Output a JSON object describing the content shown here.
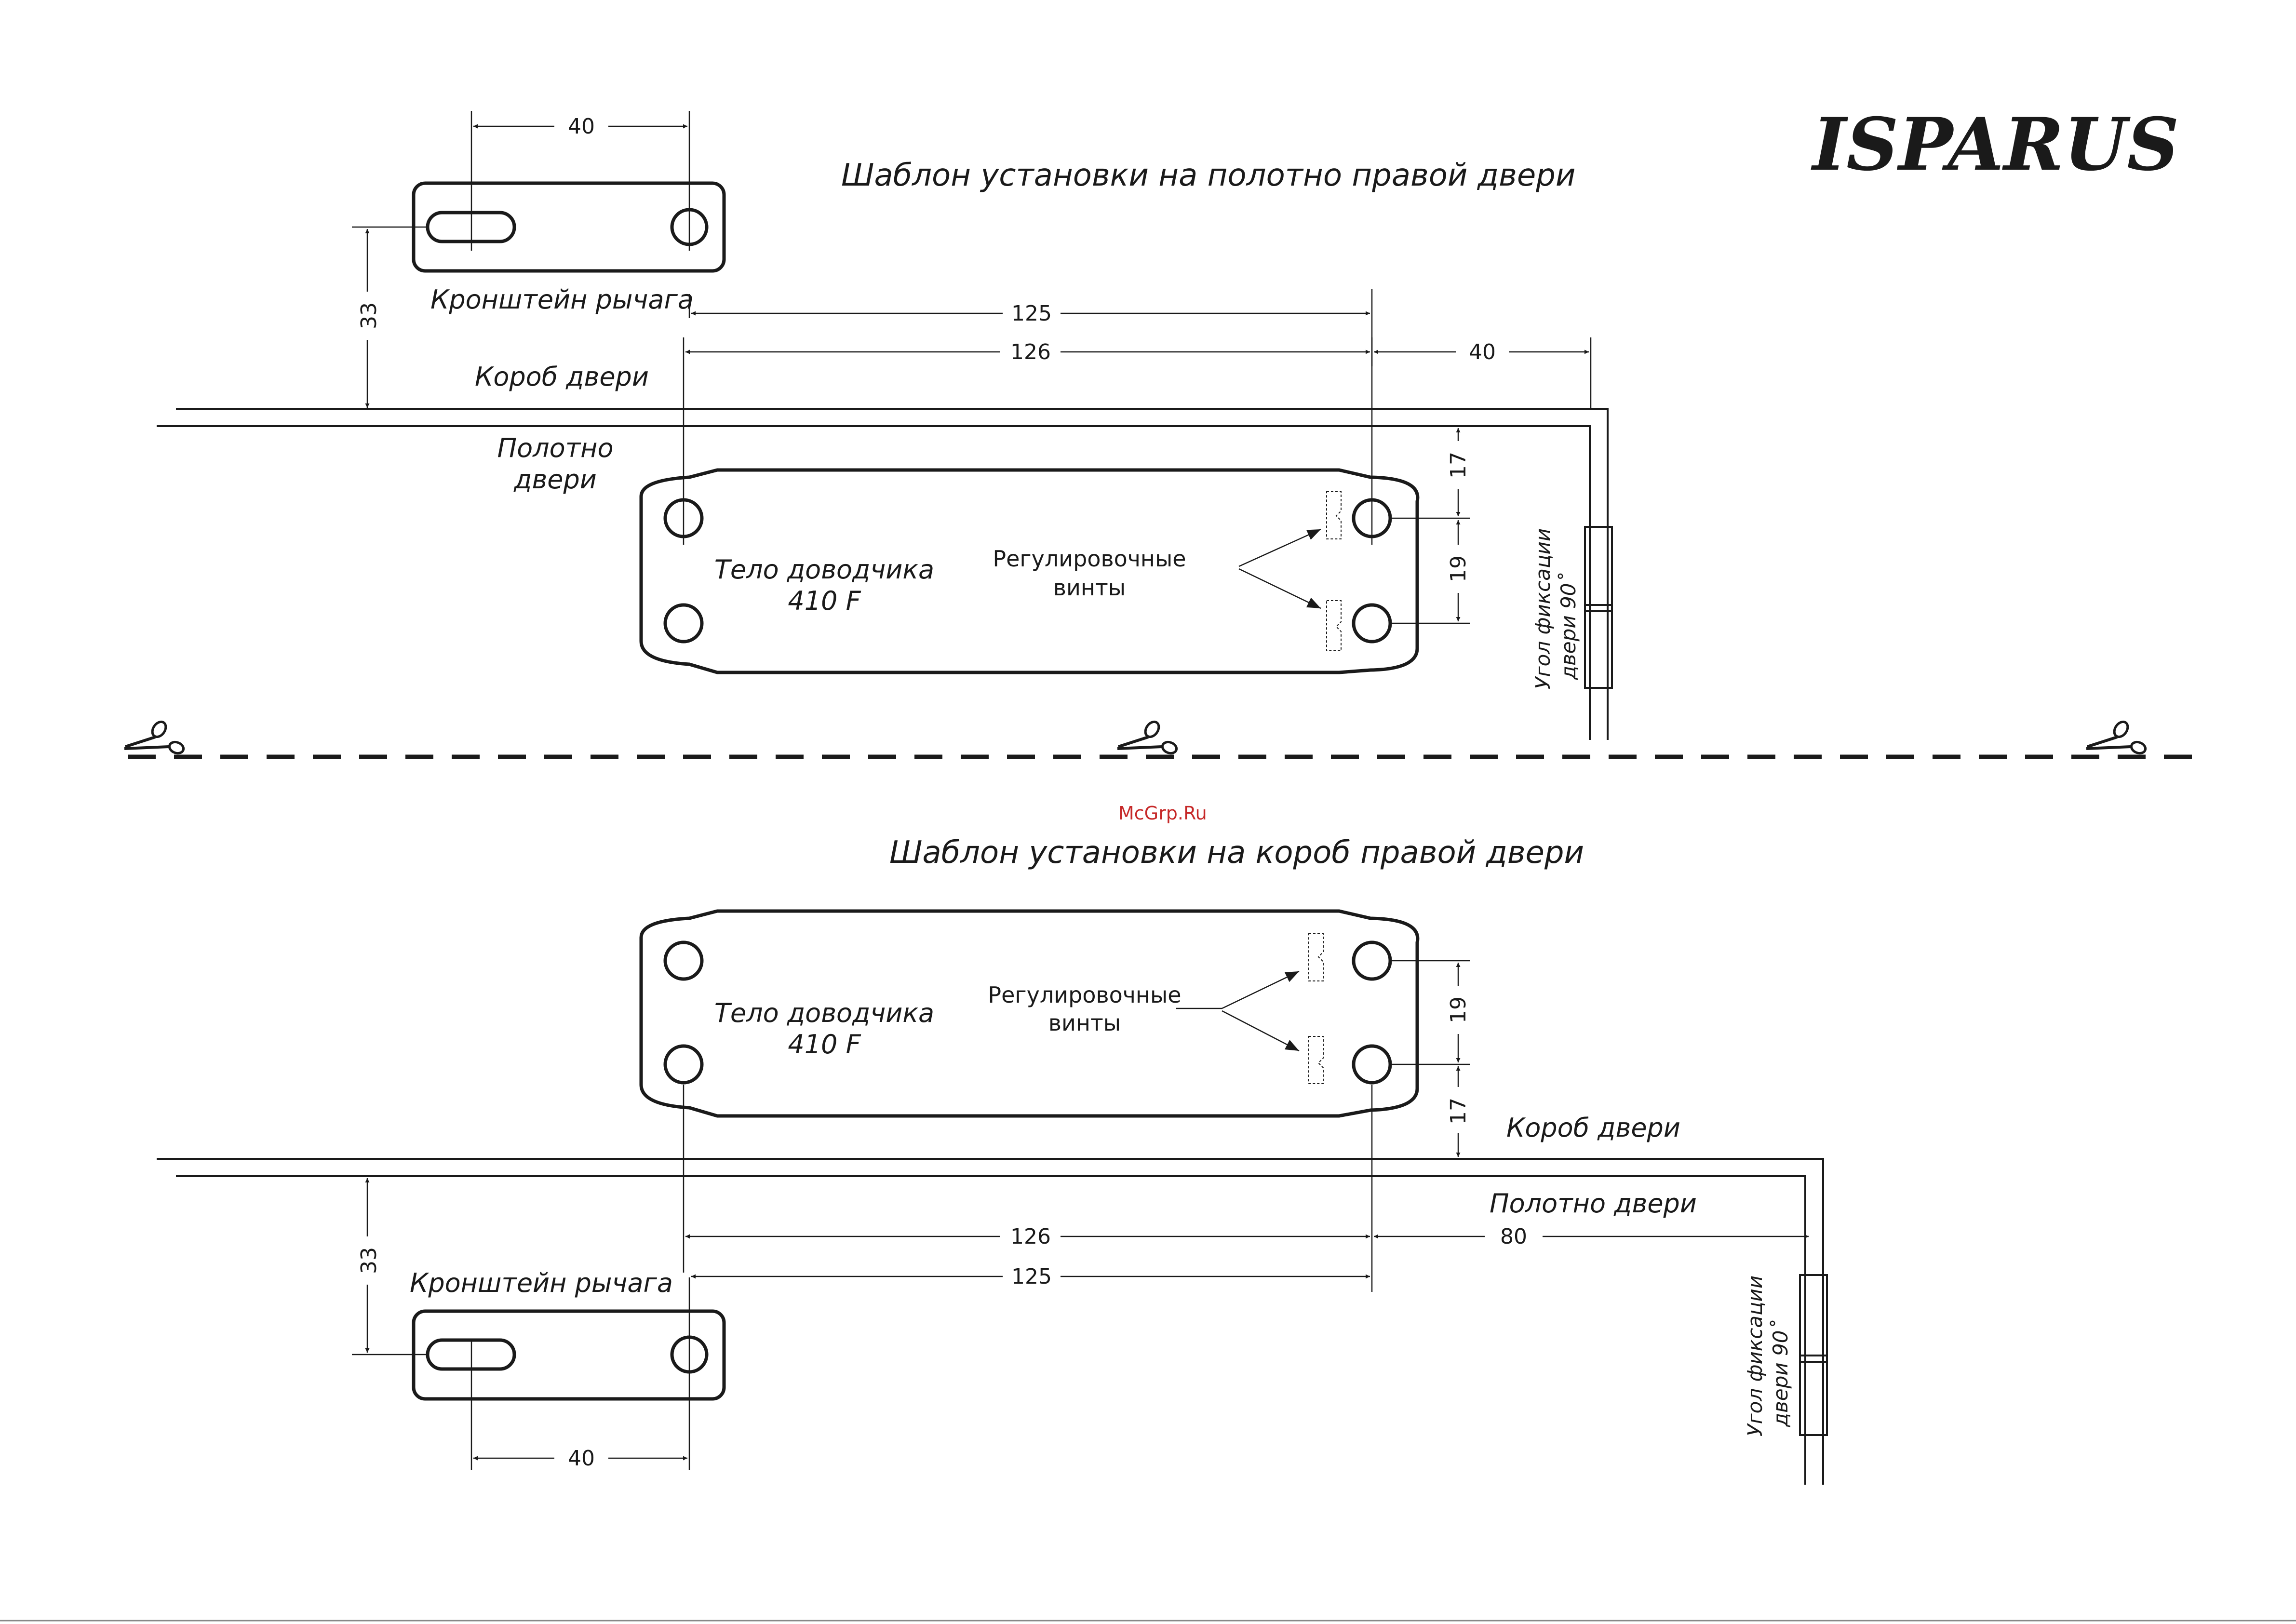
{
  "brand": {
    "logo": "ISPARUS"
  },
  "watermark": "McGrp.Ru",
  "icons": [
    "scissors-icon"
  ],
  "template_door": {
    "title": "Шаблон установки на полотно правой двери",
    "bracket_label": "Кронштейн рычага",
    "frame_label": "Короб двери",
    "leaf_label_line1": "Полотно",
    "leaf_label_line2": "двери",
    "body_label_line1": "Тело доводчика",
    "body_label_line2": "410 F",
    "screws_label_line1": "Регулировочные",
    "screws_label_line2": "винты",
    "angle_label_line1": "Угол фиксации",
    "angle_label_line2": "двери 90˚",
    "dims": {
      "bracket_width": "40",
      "bracket_offset": "33",
      "span_125": "125",
      "span_126": "126",
      "side_40": "40",
      "v_17": "17",
      "v_19": "19"
    }
  },
  "template_frame": {
    "title": "Шаблон установки на короб правой двери",
    "bracket_label": "Кронштейн рычага",
    "frame_label": "Короб двери",
    "leaf_label": "Полотно двери",
    "body_label_line1": "Тело доводчика",
    "body_label_line2": "410 F",
    "screws_label_line1": "Регулировочные",
    "screws_label_line2": "винты",
    "angle_label_line1": "Угол фиксации",
    "angle_label_line2": "двери 90˚",
    "dims": {
      "bracket_width": "40",
      "bracket_offset": "33",
      "span_126": "126",
      "span_125": "125",
      "side_80": "80",
      "v_19": "19",
      "v_17": "17"
    }
  }
}
